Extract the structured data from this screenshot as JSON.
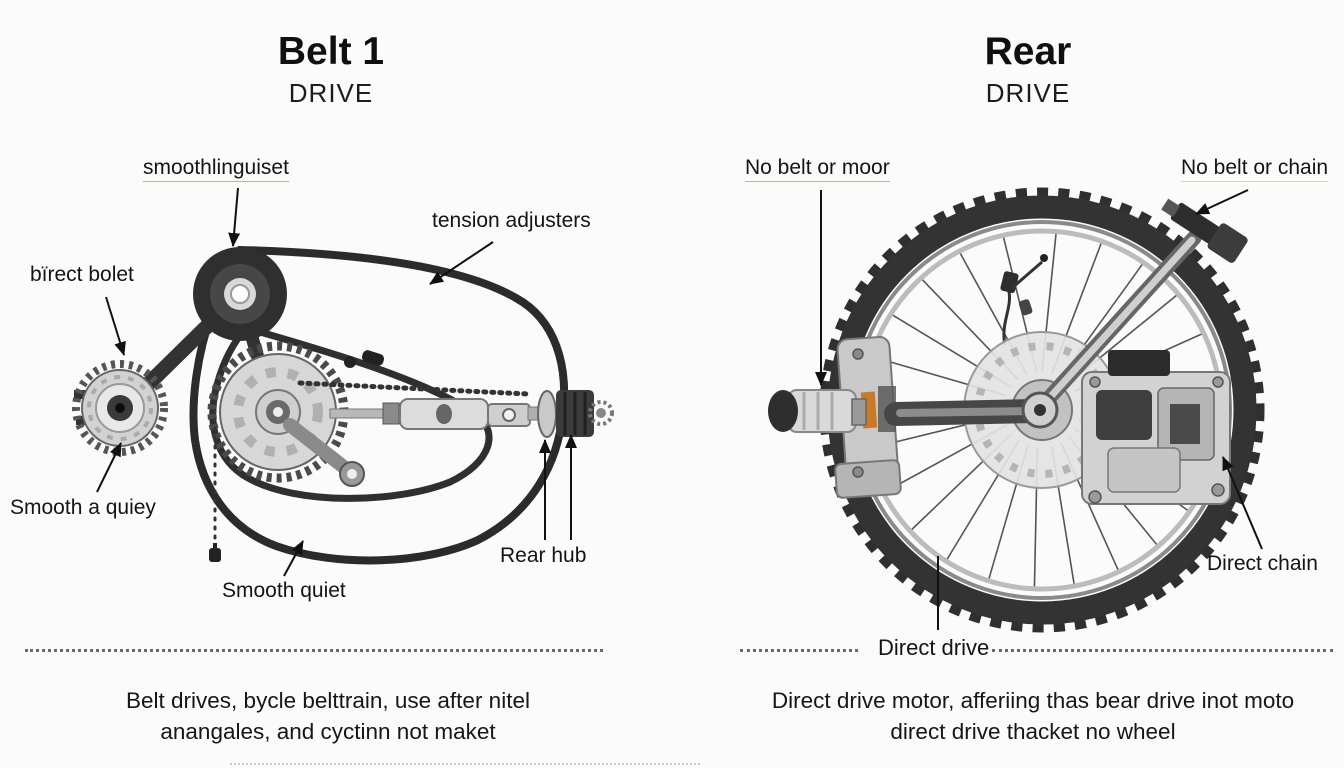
{
  "left_panel": {
    "title": "Belt 1",
    "subtitle": "DRIVE",
    "labels": {
      "pulley": "smoothlinguiset",
      "tension": "tension adjusters",
      "front_gear": "bïrect bolet",
      "smooth_quiet_left": "Smooth a quiey",
      "smooth_quiet_bottom": "Smooth quiet",
      "rear_hub": "Rear hub"
    },
    "caption_line1": "Belt drives, bycle belttrain, use after nitel",
    "caption_line2": "anangales, and cyctinn not maket"
  },
  "right_panel": {
    "title": "Rear",
    "subtitle": "DRIVE",
    "labels": {
      "no_belt_motor": "No belt or moor",
      "no_belt_chain": "No belt or chain",
      "direct_chain": "Direct chain",
      "direct_drive": "Direct drive"
    },
    "caption_line1": "Direct drive motor, afferiing thas bear drive inot moto",
    "caption_line2": "direct drive thacket no wheel"
  },
  "colors": {
    "ink": "#141414",
    "diagram_dark": "#2e2e2e",
    "metal_light": "#d8d8d8",
    "accent_orange": "#c97a26",
    "background": "#fbfbfb"
  }
}
